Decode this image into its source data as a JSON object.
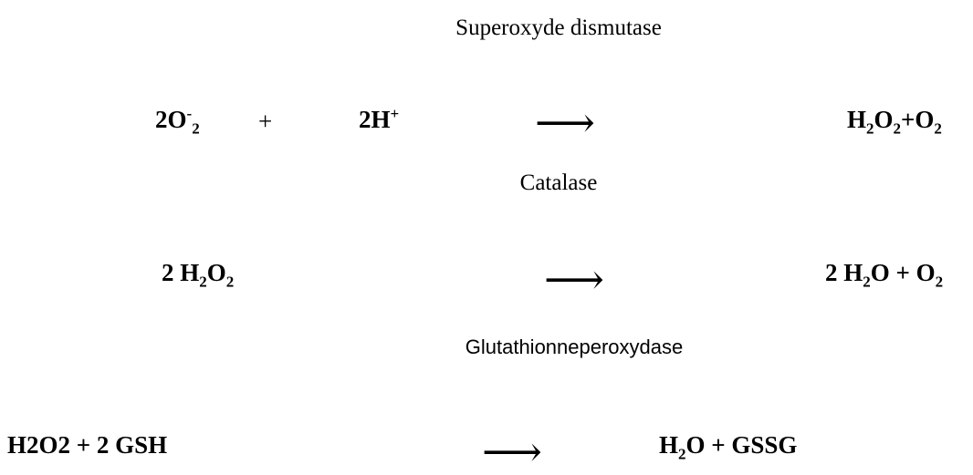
{
  "reactions": [
    {
      "enzyme": "Superoxyde dismutase",
      "reactant_1": {
        "coef": "2",
        "main": "O",
        "sup": "-",
        "sub": "2"
      },
      "plus": "+",
      "reactant_2": {
        "coef": "2",
        "main": "H",
        "sup": "+"
      },
      "arrow": "⟶",
      "product": {
        "p1": "H",
        "s1": "2",
        "p2": "O",
        "s2": "2",
        "p3": "+O",
        "s3": "2"
      }
    },
    {
      "enzyme": "Catalase",
      "reactant_1": {
        "coef": "2 ",
        "p1": "H",
        "s1": "2",
        "p2": "O",
        "s2": "2"
      },
      "arrow": "⟶",
      "product": {
        "p1": "2 H",
        "s1": "2",
        "p2": "O + O",
        "s2": "2"
      }
    },
    {
      "enzyme": "Glutathionneperoxydase",
      "reactants": "H2O2 + 2 GSH",
      "arrow": "⟶",
      "product": {
        "p1": "H",
        "s1": "2",
        "p2": "O + GSSG"
      }
    }
  ]
}
